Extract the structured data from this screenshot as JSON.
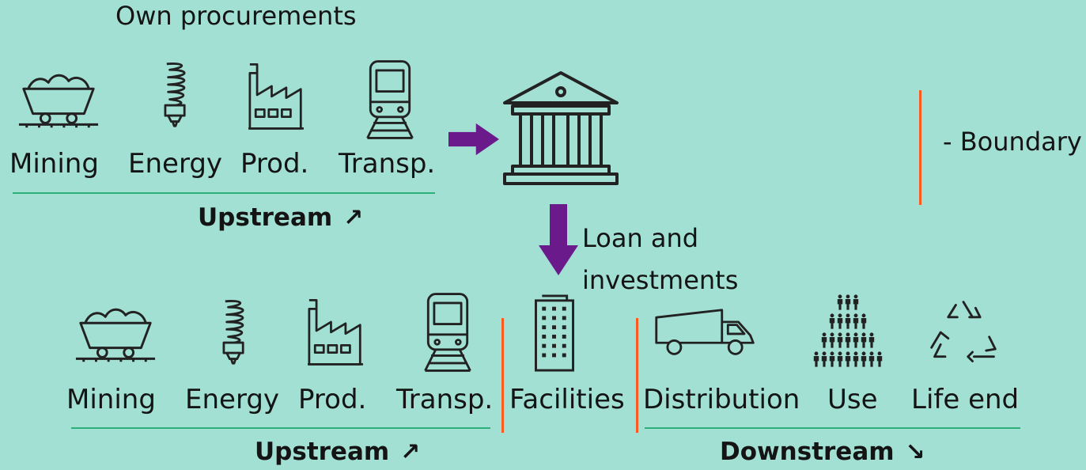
{
  "top": {
    "title": "Own procurements",
    "items": [
      {
        "label": "Mining",
        "icon": "mine-cart-icon"
      },
      {
        "label": "Energy",
        "icon": "light-bulb-icon"
      },
      {
        "label": "Prod.",
        "icon": "factory-icon"
      },
      {
        "label": "Transp.",
        "icon": "train-icon"
      }
    ],
    "group_label": "Upstream",
    "group_glyph": "↗"
  },
  "center": {
    "icon": "bank-icon",
    "flow_label_1": "Loan and",
    "flow_label_2": "investments"
  },
  "legend": {
    "text": "- Boundary"
  },
  "bottom": {
    "upstream": [
      {
        "label": "Mining",
        "icon": "mine-cart-icon"
      },
      {
        "label": "Energy",
        "icon": "light-bulb-icon"
      },
      {
        "label": "Prod.",
        "icon": "factory-icon"
      },
      {
        "label": "Transp.",
        "icon": "train-icon"
      }
    ],
    "facilities": {
      "label": "Facilities",
      "icon": "building-icon"
    },
    "downstream": [
      {
        "label": "Distribution",
        "icon": "truck-icon"
      },
      {
        "label": "Use",
        "icon": "people-icon"
      },
      {
        "label": "Life end",
        "icon": "recycle-icon"
      }
    ],
    "upstream_label": "Upstream",
    "upstream_glyph": "↗",
    "downstream_label": "Downstream",
    "downstream_glyph": "↘"
  },
  "colors": {
    "background": "#a3e0d4",
    "arrow": "#6a1a8a",
    "boundary": "#ff5a1e",
    "underline": "#2bb07c"
  }
}
